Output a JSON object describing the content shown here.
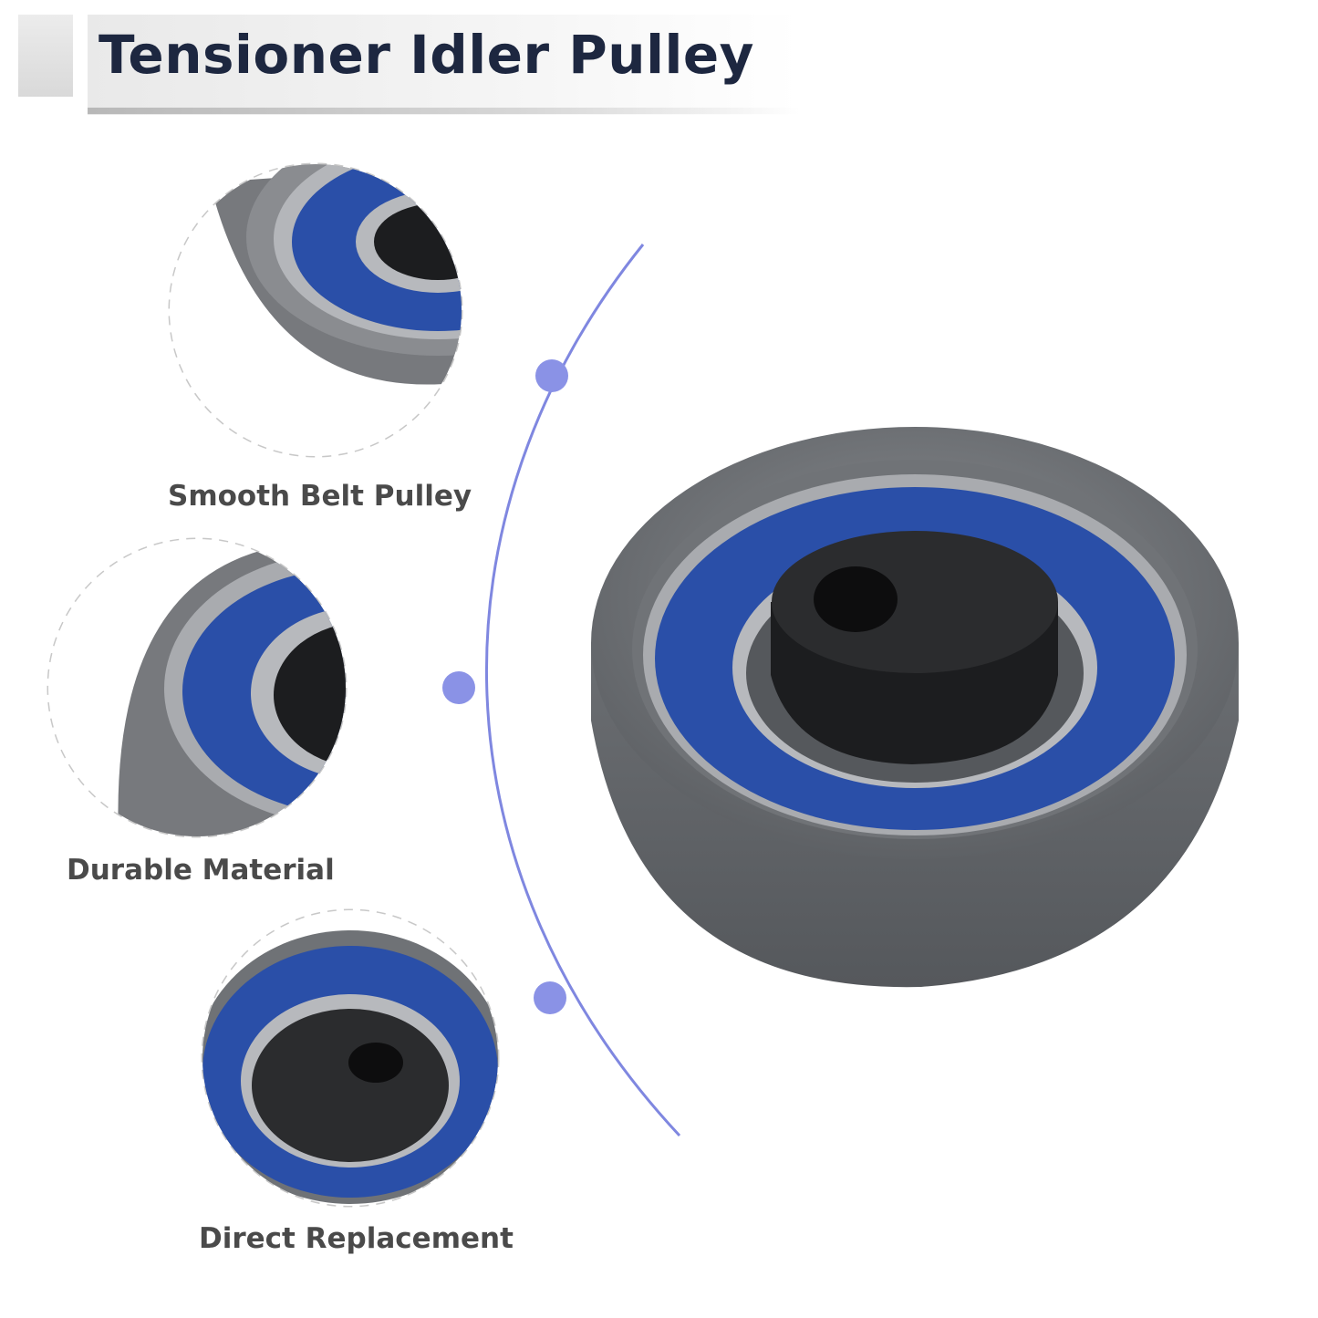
{
  "title": "Tensioner Idler Pulley",
  "features": [
    {
      "label": "Smooth Belt Pulley",
      "icon": "bearing-closeup-1"
    },
    {
      "label": "Durable Material",
      "icon": "bearing-closeup-2"
    },
    {
      "label": "Direct Replacement",
      "icon": "bearing-closeup-3"
    }
  ],
  "product_image": "tensioner-idler-pulley",
  "colors": {
    "title_text": "#1d2740",
    "label_text": "#4a4a4a",
    "accent_line": "#7f87e0",
    "node": "#8a92e6",
    "bearing_blue": "#2a4fa8",
    "metal_grey": "#6f7276"
  }
}
